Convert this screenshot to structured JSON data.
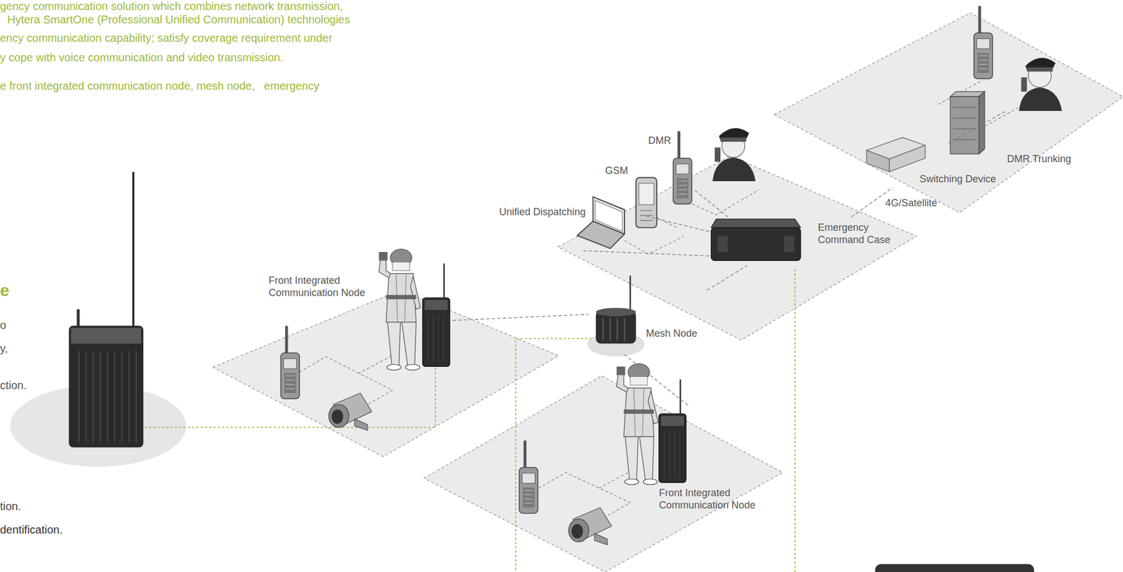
{
  "diagram": {
    "nodes": [
      {
        "text": [
          "Front Integrated Communication Node"
        ]
      },
      {
        "text": [
          "Mesh Node"
        ]
      },
      {
        "text": [
          "Front Integrated Communication Node"
        ]
      },
      {
        "text": [
          "Emergency Command Case"
        ]
      },
      {
        "text": [
          "Unified Dispatching"
        ]
      },
      {
        "text": [
          "GSM"
        ]
      },
      {
        "text": [
          "DMR"
        ]
      },
      {
        "text": [
          "Switching Device"
        ]
      },
      {
        "text": [
          "DMR Trunking"
        ]
      }
    ],
    "edges": [
      {
        "from": 0,
        "to": 1,
        "arrow": "none"
      },
      {
        "from": 1,
        "to": 2,
        "arrow": "none"
      },
      {
        "from": 1,
        "to": 3,
        "arrow": "none"
      },
      {
        "from": 3,
        "to": 4,
        "arrow": "none"
      },
      {
        "from": 3,
        "to": 5,
        "arrow": "none"
      },
      {
        "from": 3,
        "to": 6,
        "arrow": "none"
      },
      {
        "from": 3,
        "to": 7,
        "label": "4G/Satellite",
        "arrow": "none"
      },
      {
        "from": 7,
        "to": 8,
        "arrow": "none"
      }
    ],
    "labels": [
      "gency communication solution which combines network transmission,",
      "Hytera SmartOne (Professional Unified Communication) technologies",
      "ency communication capability; satisfy coverage requirement under",
      "y cope with voice communication and video transmission.",
      "e front integrated communication node, mesh node,   emergency",
      "e",
      "o",
      "y,",
      "ction.",
      "tion.",
      "dentification."
    ]
  }
}
